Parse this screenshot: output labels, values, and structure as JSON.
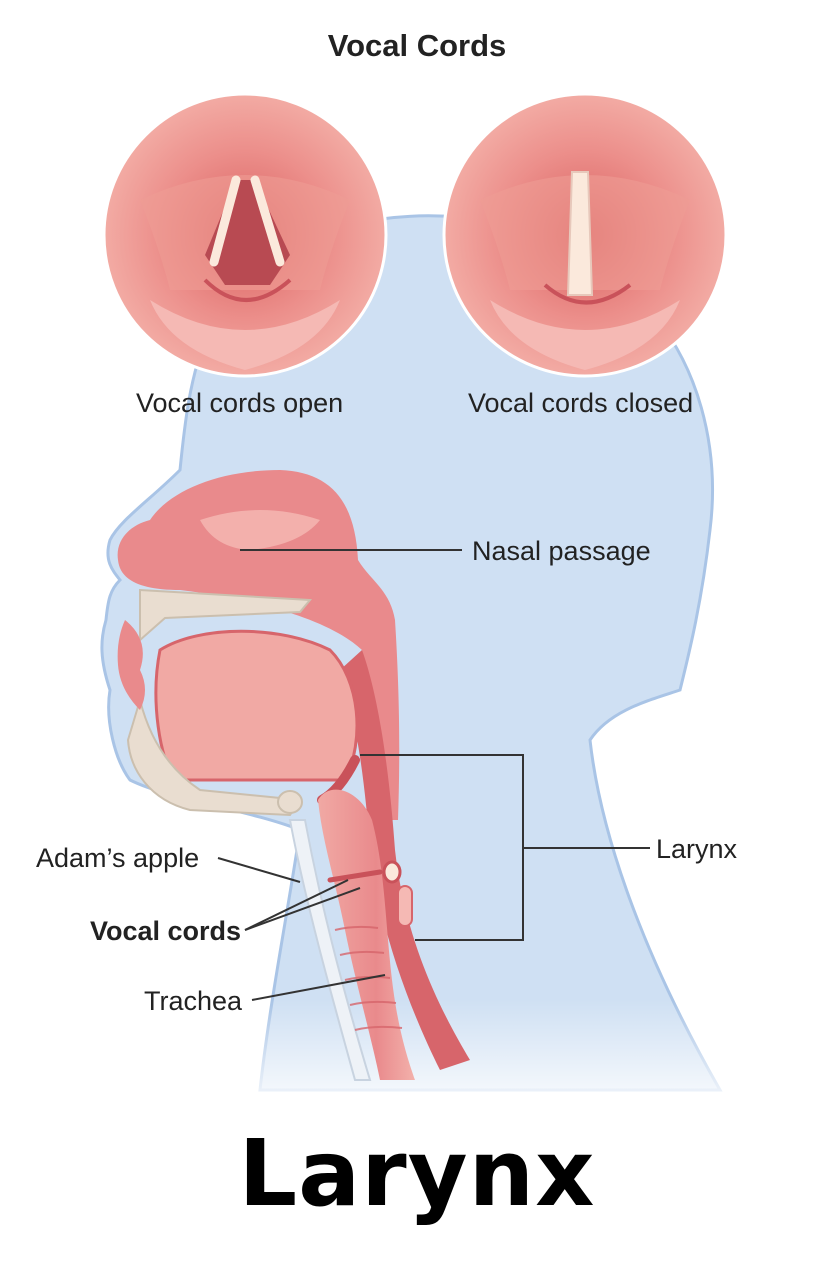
{
  "title": "Vocal Cords",
  "insets": {
    "open_label": "Vocal cords open",
    "closed_label": "Vocal cords closed"
  },
  "labels": {
    "nasal_passage": "Nasal passage",
    "larynx": "Larynx",
    "adams_apple": "Adam’s apple",
    "vocal_cords": "Vocal cords",
    "trachea": "Trachea"
  },
  "footer_title": "Larynx",
  "colors": {
    "head_fill": "#cfe0f3",
    "head_edge": "#a9c4e6",
    "tissue": "#e98a8c",
    "tissue_light": "#f5b9b4",
    "tissue_dark": "#c9525a",
    "bone": "#e9ddd0",
    "cartilage": "#eef2f7",
    "leader_line": "#333333"
  }
}
